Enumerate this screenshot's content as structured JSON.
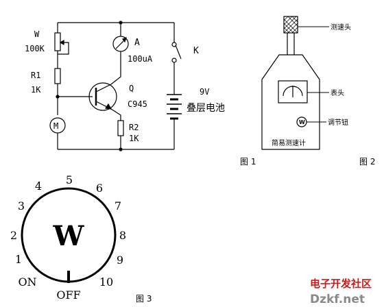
{
  "circuit": {
    "pot_label": "W",
    "pot_value": "100K",
    "r1_label": "R1",
    "r1_value": "1K",
    "ammeter_symbol": "A",
    "ammeter_value": "100uA",
    "transistor_label": "Q",
    "transistor_model": "C945",
    "motor_symbol": "M",
    "r2_label": "R2",
    "r2_value": "1K",
    "switch_label": "K",
    "battery_voltage": "9V",
    "battery_type": "叠层电池"
  },
  "device": {
    "probe_label": "测速头",
    "meter_label": "表头",
    "knob_label": "调节钮",
    "knob_symbol": "W",
    "device_name": "简易测速计"
  },
  "figure_labels": {
    "fig1": "图 1",
    "fig2": "图 2",
    "fig3": "图 3"
  },
  "dial": {
    "center_symbol": "W",
    "numbers": [
      "1",
      "2",
      "3",
      "4",
      "5",
      "6",
      "7",
      "8",
      "9",
      "10"
    ],
    "on_label": "ON",
    "off_label": "OFF"
  },
  "watermark": {
    "text_red": "电子开发社区",
    "text_site": "Dzkf.net"
  }
}
